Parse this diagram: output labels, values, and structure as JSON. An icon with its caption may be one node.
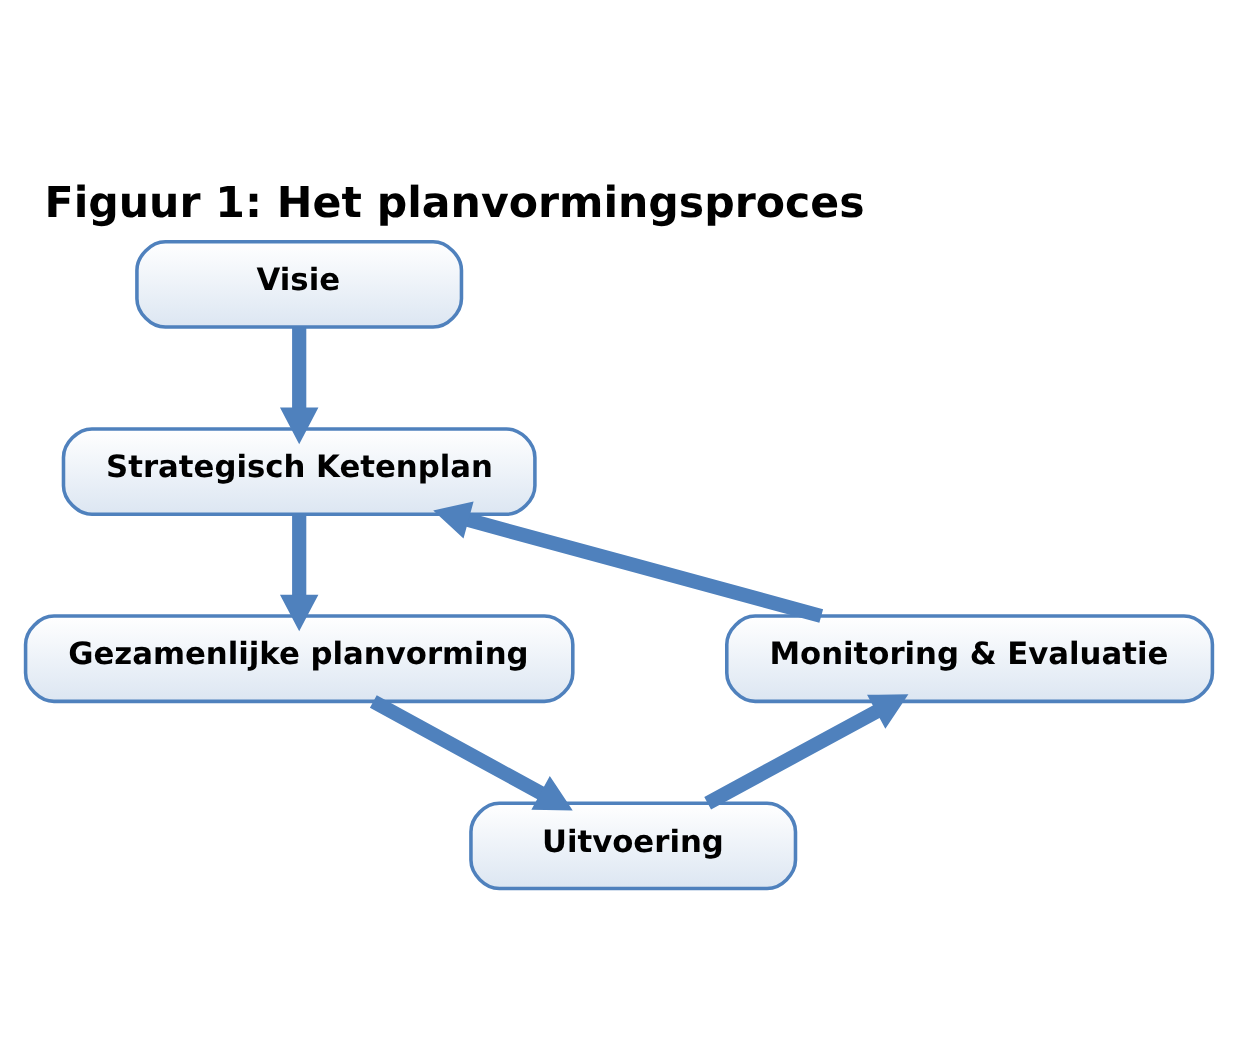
{
  "diagram": {
    "title": "Figuur 1: Het planvormingsproces",
    "nodes": [
      {
        "text": [
          "Visie"
        ]
      },
      {
        "text": [
          "Strategisch Ketenplan"
        ]
      },
      {
        "text": [
          "Gezamenlijke planvorming"
        ]
      },
      {
        "text": [
          "Uitvoering"
        ]
      },
      {
        "text": [
          "Monitoring & Evaluatie"
        ]
      }
    ],
    "edges": [
      {
        "from": 0,
        "to": 1,
        "arrow": "to"
      },
      {
        "from": 1,
        "to": 2,
        "arrow": "to"
      },
      {
        "from": 2,
        "to": 3,
        "arrow": "to"
      },
      {
        "from": 3,
        "to": 4,
        "arrow": "to"
      },
      {
        "from": 4,
        "to": 1,
        "arrow": "to"
      }
    ]
  }
}
